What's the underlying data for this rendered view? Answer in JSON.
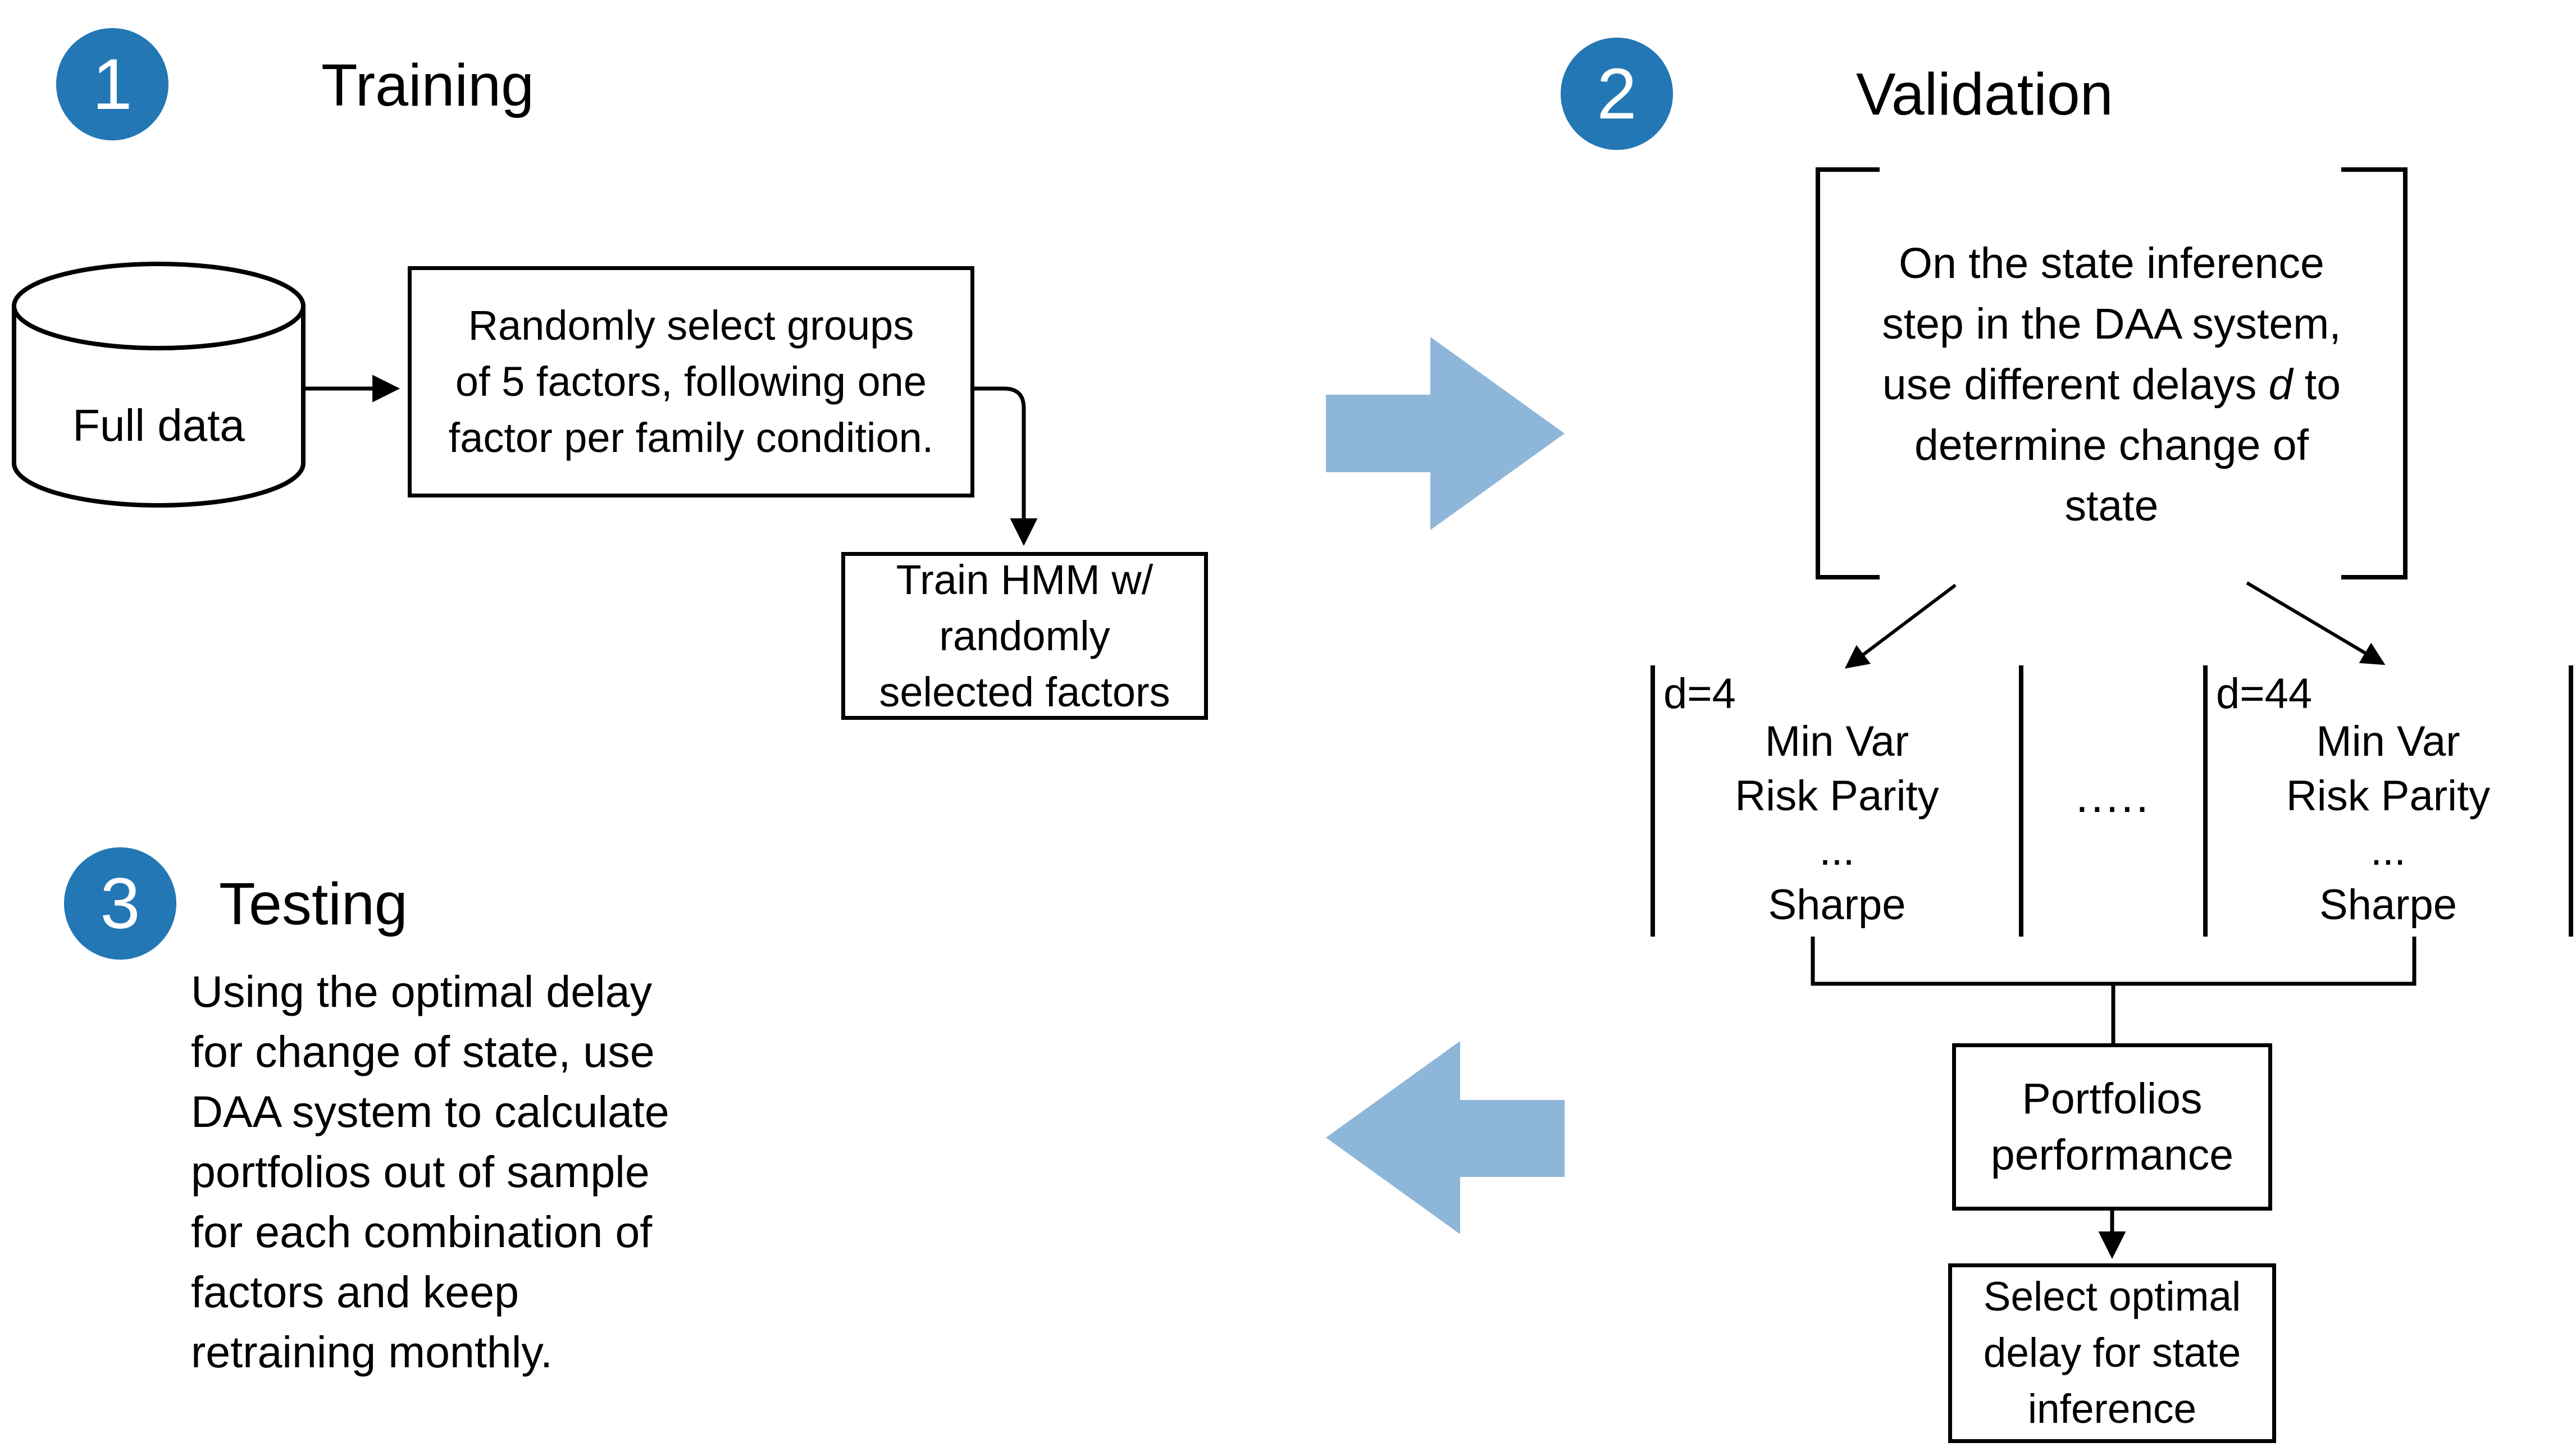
{
  "colors": {
    "step_circle_blue": "#2377b4",
    "block_arrow_blue": "#8eb6d9",
    "line_black": "#000000"
  },
  "training": {
    "number": "1",
    "title": "Training",
    "database_label": "Full data",
    "select_box_lines": [
      "Randomly select groups",
      "of 5 factors, following one",
      "factor per family condition."
    ],
    "train_box_lines": [
      "Train HMM w/",
      "randomly",
      "selected factors"
    ]
  },
  "validation": {
    "number": "2",
    "title": "Validation",
    "bracket_lines_head": [
      "On the state inference",
      "step in the DAA system,"
    ],
    "delay_line": {
      "pre": "use different delays ",
      "variable": "d",
      "post": " to"
    },
    "bracket_lines_tail": [
      "determine change of",
      "state"
    ],
    "columns": [
      {
        "delay_label": "d=4",
        "items": [
          "Min Var",
          "Risk Parity",
          "...",
          "Sharpe"
        ]
      },
      {
        "delay_label": "d=44",
        "items": [
          "Min Var",
          "Risk Parity",
          "...",
          "Sharpe"
        ]
      }
    ],
    "between_columns_ellipsis": ".....",
    "performance_box_lines": [
      "Portfolios",
      "performance"
    ],
    "select_delay_box_lines": [
      "Select optimal",
      "delay for state",
      "inference"
    ]
  },
  "testing": {
    "number": "3",
    "title": "Testing",
    "body_lines": [
      "Using the optimal delay",
      "for change of state, use",
      "DAA system to calculate",
      "portfolios out of sample",
      "for each combination of",
      "factors and keep",
      "retraining monthly."
    ]
  }
}
